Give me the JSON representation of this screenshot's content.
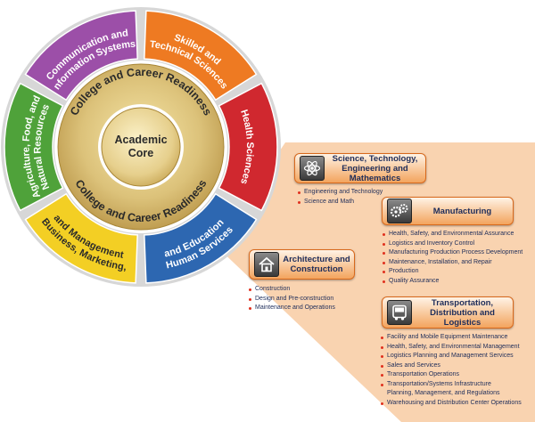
{
  "wheel": {
    "center_line1": "Academic",
    "center_line2": "Core",
    "ring_top": "College and Career Readiness",
    "ring_bottom": "College and Career Readiness",
    "segments": [
      {
        "lines": [
          "Agriculture, Food, and",
          "Natural Resources"
        ],
        "color": "#4fa23a"
      },
      {
        "lines": [
          "Communication and",
          "Information Systems"
        ],
        "color": "#9c4fa8"
      },
      {
        "lines": [
          "Skilled and",
          "Technical Sciences"
        ],
        "color": "#ee7a22"
      },
      {
        "lines": [
          "Health Sciences"
        ],
        "color": "#d0282f"
      },
      {
        "lines": [
          "Human Services",
          "and Education"
        ],
        "color": "#2d67b1"
      },
      {
        "lines": [
          "Business, Marketing,",
          "and Management"
        ],
        "color": "#f3cf24"
      }
    ]
  },
  "panel": {
    "color": "#f9d3b0"
  },
  "clusters": [
    {
      "id": "science",
      "icon": "atom-icon",
      "title_lines": [
        "Science, Technology,",
        "Engineering and Mathematics"
      ],
      "items": [
        "Engineering and Technology",
        "Science and Math"
      ]
    },
    {
      "id": "manufacturing",
      "icon": "gears-icon",
      "title_lines": [
        "Manufacturing"
      ],
      "items": [
        "Health, Safety, and Environmental Assurance",
        "Logistics and Inventory Control",
        "Manufacturing Production Process Development",
        "Maintenance, Installation, and Repair",
        "Production",
        "Quality Assurance"
      ]
    },
    {
      "id": "architecture",
      "icon": "house-icon",
      "title_lines": [
        "Architecture and",
        "Construction"
      ],
      "items": [
        "Construction",
        "Design and Pre-construction",
        "Maintenance and Operations"
      ]
    },
    {
      "id": "transportation",
      "icon": "bus-icon",
      "title_lines": [
        "Transportation,",
        "Distribution and Logistics"
      ],
      "items": [
        "Facility and Mobile Equipment Maintenance",
        "Health, Safety, and Environmental Management",
        "Logistics Planning and Management Services",
        "Sales and Services",
        "Transportation Operations",
        "Transportation/Systems Infrastructure",
        "Planning, Management, and Regulations",
        "Warehousing and Distribution Center Operations"
      ]
    }
  ]
}
